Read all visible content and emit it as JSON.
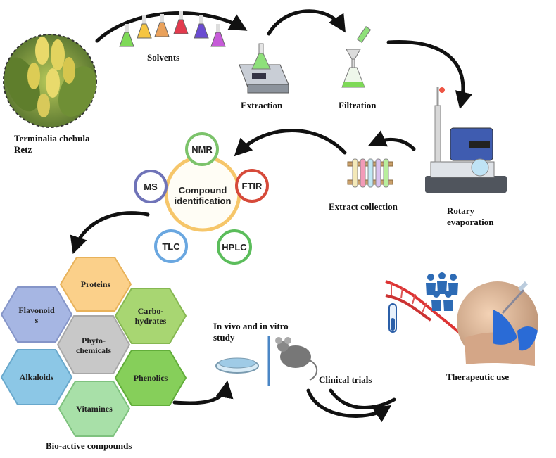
{
  "labels": {
    "plant": "Terminalia chebula",
    "plant2": "Retz",
    "solvents": "Solvents",
    "extraction": "Extraction",
    "filtration": "Filtration",
    "rotary1": "Rotary",
    "rotary2": "evaporation",
    "extract_collection": "Extract collection",
    "compound_id_1": "Compound",
    "compound_id_2": "identification",
    "bioactive": "Bio-active compounds",
    "invivo1": "In vivo and in vitro",
    "invivo2": "study",
    "clinical": "Clinical trials",
    "therapeutic": "Therapeutic use"
  },
  "techniques": [
    "NMR",
    "FTIR",
    "HPLC",
    "TLC",
    "MS"
  ],
  "hexagons": {
    "center1": "Phyto-",
    "center2": "chemicals",
    "proteins": "Proteins",
    "carbo1": "Carbo-",
    "carbo2": "hydrates",
    "phenolics": "Phenolics",
    "vitamines": "Vitamines",
    "alkaloids": "Alkaloids",
    "flav1": "Flavonoid",
    "flav2": "s"
  },
  "colors": {
    "hex_proteins": "#fbd08a",
    "hex_carbo": "#a8d672",
    "hex_phenolics": "#86cf5a",
    "hex_vitamines": "#a8e0a8",
    "hex_alkaloids": "#8cc7e6",
    "hex_flavonoids": "#a6b6e3",
    "hex_center": "#c8c8c8",
    "ring_nmr": "#7cc36b",
    "ring_ftir": "#d64a3a",
    "ring_hplc": "#5bbd5b",
    "ring_tlc": "#6aa7e0",
    "ring_ms": "#6f73b8",
    "ring_center": "#f6c66a",
    "arrow": "#111111"
  }
}
